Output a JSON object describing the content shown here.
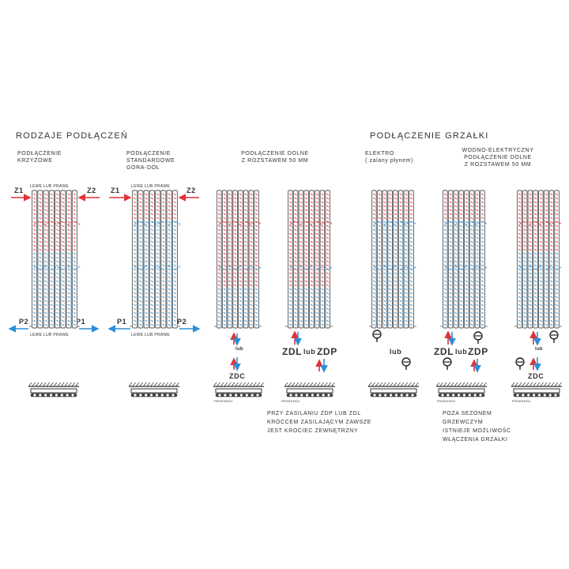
{
  "headings": {
    "left": "RODZAJE PODŁĄCZEŃ",
    "right": "PODŁĄCZENIE GRZAŁKI"
  },
  "sections": {
    "cross": "PODŁĄCZENIE\nKRZYŻOWE",
    "standard": "PODŁĄCZENIE\nSTANDARDOWE\nGÓRA-DÓŁ",
    "bottom50": "PODŁĄCZENIE DOLNE\nZ ROZSTAWEM 50 MM",
    "elektro": "ELEKTRO\n( zalany płynem)",
    "hydroelectric": "WODNO-ELEKTRYCZNY\nPODŁĄCZENIE DOLNE\nZ ROZSTAWEM 50 MM"
  },
  "side_labels": {
    "lewe_prawe": "LEWE LUB PRAWE"
  },
  "ports": {
    "z1": "Z1",
    "z2": "Z2",
    "p1": "P1",
    "p2": "P2"
  },
  "bottom": {
    "lub": "lub",
    "zdc": "ZDC",
    "zdl": "ZDL",
    "zdp": "ZDP",
    "przekroj": "PRZEKRÓJ"
  },
  "notes": {
    "zdp_zdl": "PRZY ZASILANIU ZDP LUB ZDL\nKRÓCCEM ZASILAJĄCYM ZAWSZE\nJEST KRÓCIEC ZEWNĘTRZNY",
    "season": "POZA SEZONEM\nGRZEWCZYM\nISTNIEJE MOŻLIWOŚĆ\nWŁĄCZENIA GRZAŁKI"
  },
  "colors": {
    "supply": "#e0323a",
    "return": "#2a8fd6",
    "frame": "#555555"
  }
}
